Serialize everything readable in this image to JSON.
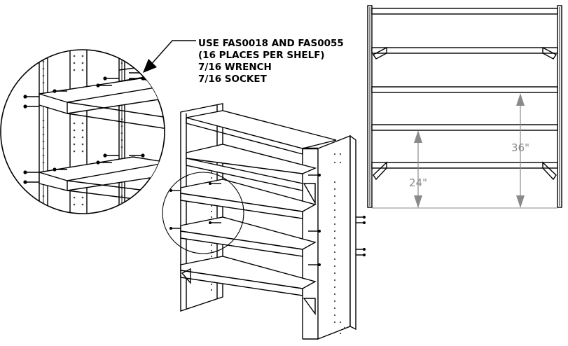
{
  "callout": {
    "lines": [
      "USE FAS0018 AND FAS0055",
      "(16 PLACES PER SHELF)",
      "7/16 WRENCH",
      "7/16 SOCKET"
    ]
  },
  "dimensions": {
    "lower_shelf_height": "24\"",
    "middle_shelf_height": "36\""
  },
  "colors": {
    "line": "#000000",
    "dimension": "#8a8a8a",
    "background": "#ffffff"
  }
}
